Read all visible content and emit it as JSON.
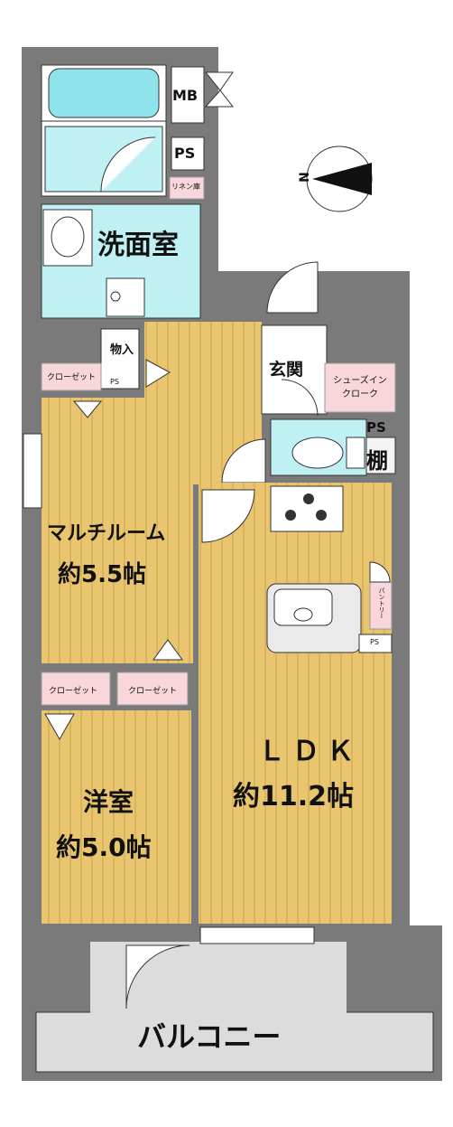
{
  "rooms": {
    "bath_mb": "MB",
    "ps_upper": "PS",
    "linen": "リネン庫",
    "washroom": "洗面室",
    "storage": "物入",
    "ps_small": "PS",
    "closet_multi": "クローゼット",
    "multi_name": "マルチルーム",
    "multi_size": "約5.5帖",
    "entrance": "玄関",
    "shoe_closet": "シューズイン\nクローク",
    "ps_toilet": "PS",
    "shelf": "棚",
    "pantry": "パントリー",
    "ps_kitchen": "PS",
    "closet_western_1": "クローゼット",
    "closet_western_2": "クローゼット",
    "western_name": "洋室",
    "western_size": "約5.0帖",
    "ldk_name": "ＬＤＫ",
    "ldk_size": "約11.2帖",
    "balcony": "バルコニー",
    "compass_n": "N"
  },
  "colors": {
    "wall": "#7a7a7a",
    "floor_wood": "#e9c56f",
    "floor_line": "#c9a24d",
    "wet_area": "#bff0f4",
    "balcony": "#dcdcdc",
    "tag_pink": "#f9d6da",
    "counter": "#eaeaea"
  }
}
